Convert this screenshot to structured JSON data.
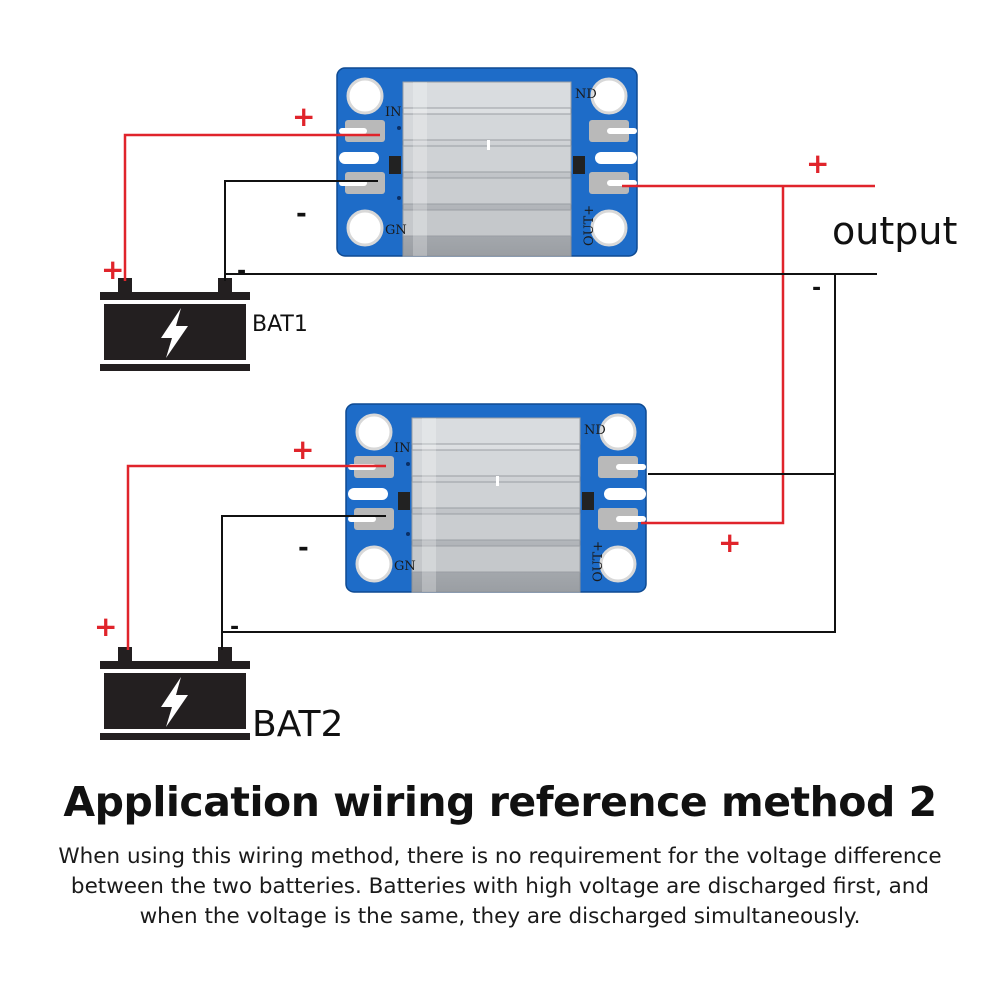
{
  "labels": {
    "output": "output",
    "bat1": "BAT1",
    "bat2": "BAT2",
    "plus": "+",
    "minus": "-"
  },
  "module_text": {
    "in": "IN",
    "gnd_top": "ND",
    "gnd_bottom": "GN",
    "out_plus": "OUT+"
  },
  "caption": {
    "title": "Application wiring reference method 2",
    "description": "When using this wiring method, there is no requirement for the voltage difference between the two batteries. Batteries with high voltage are discharged first, and when the voltage is the same, they are discharged simultaneously."
  },
  "colors": {
    "positive_wire": "#e0242b",
    "negative_wire": "#111111",
    "pcb": "#1e6cc8",
    "heatsink": "#c9ccd0",
    "battery": "#231f20"
  }
}
